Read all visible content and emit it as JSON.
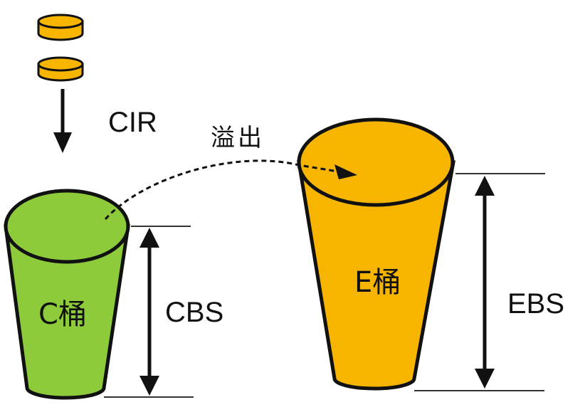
{
  "labels": {
    "cir": "CIR",
    "overflow": "溢出",
    "c_bucket": "C桶",
    "e_bucket": "E桶",
    "cbs": "CBS",
    "ebs": "EBS"
  },
  "colors": {
    "token": "#f7b500",
    "c_bucket": "#8dcb3a",
    "e_bucket": "#f7b500",
    "outline": "#111111",
    "guide_line": "#333333"
  }
}
